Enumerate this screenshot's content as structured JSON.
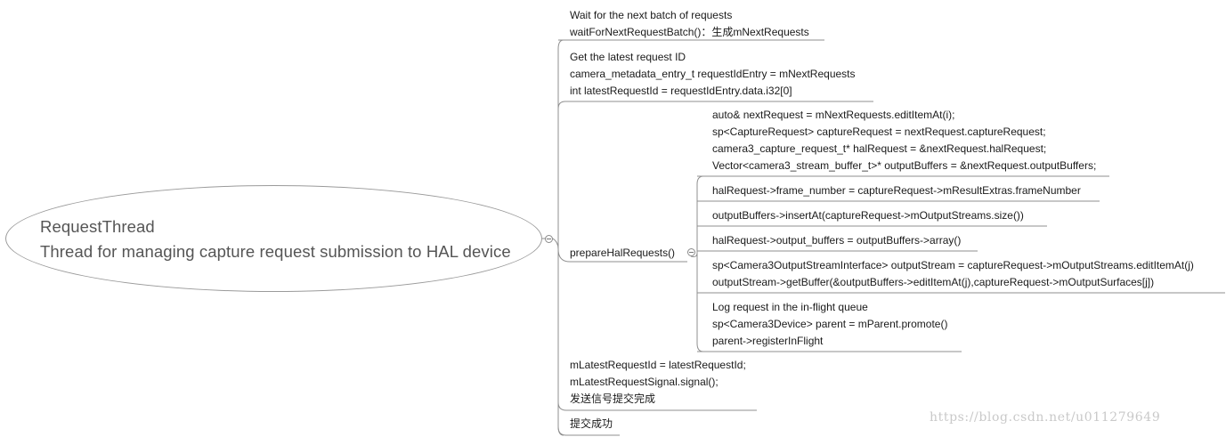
{
  "root": {
    "title": "RequestThread",
    "subtitle": "Thread for managing capture request submission to HAL device"
  },
  "branches": [
    {
      "id": "wait",
      "lines": [
        "Wait for the next batch of requests",
        "waitForNextRequestBatch()：生成mNextRequests"
      ]
    },
    {
      "id": "latest",
      "lines": [
        "Get the latest request ID",
        "camera_metadata_entry_t requestIdEntry = mNextRequests",
        "int latestRequestId = requestIdEntry.data.i32[0]"
      ]
    },
    {
      "id": "prepare",
      "lines": [
        "prepareHalRequests()"
      ]
    },
    {
      "id": "signal",
      "lines": [
        "mLatestRequestId = latestRequestId;",
        "mLatestRequestSignal.signal();",
        "发送信号提交完成"
      ]
    },
    {
      "id": "success",
      "lines": [
        "提交成功"
      ]
    }
  ],
  "prepare_children": [
    {
      "id": "p1",
      "lines": [
        "auto& nextRequest = mNextRequests.editItemAt(i);",
        "sp<CaptureRequest> captureRequest = nextRequest.captureRequest;",
        "camera3_capture_request_t* halRequest = &nextRequest.halRequest;",
        "Vector<camera3_stream_buffer_t>* outputBuffers = &nextRequest.outputBuffers;"
      ]
    },
    {
      "id": "p2",
      "lines": [
        "halRequest->frame_number = captureRequest->mResultExtras.frameNumber"
      ]
    },
    {
      "id": "p3",
      "lines": [
        "outputBuffers->insertAt(captureRequest->mOutputStreams.size())"
      ]
    },
    {
      "id": "p4",
      "lines": [
        "halRequest->output_buffers = outputBuffers->array()"
      ]
    },
    {
      "id": "p5",
      "lines": [
        "sp<Camera3OutputStreamInterface> outputStream = captureRequest->mOutputStreams.editItemAt(j)",
        "outputStream->getBuffer(&outputBuffers->editItemAt(j),captureRequest->mOutputSurfaces[j])"
      ]
    },
    {
      "id": "p6",
      "lines": [
        "Log request in the in-flight queue",
        "sp<Camera3Device> parent = mParent.promote()",
        "parent->registerInFlight"
      ]
    }
  ],
  "watermark": "https://blog.csdn.net/u011279649"
}
